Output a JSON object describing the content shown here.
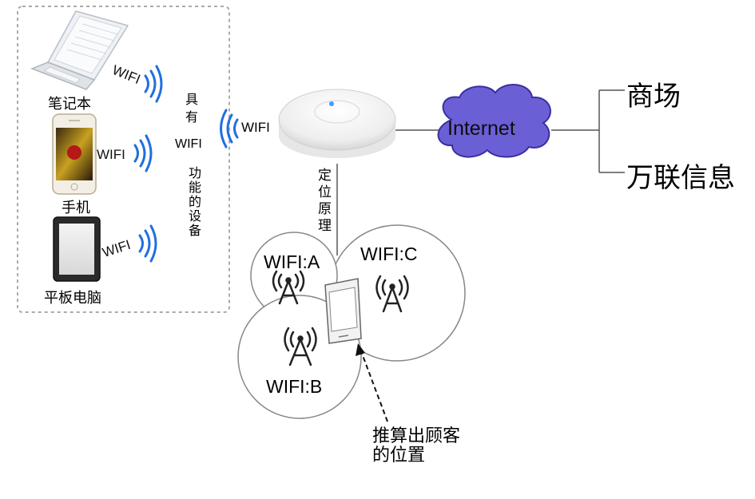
{
  "devices": {
    "laptop": "笔记本",
    "phone": "手机",
    "tablet": "平板电脑",
    "wifi_label": "WIFI"
  },
  "capability": {
    "line1": "具有",
    "line2": "WIFI",
    "line3": "功能的设备"
  },
  "ap": {
    "wifi_label": "WIFI",
    "locating_principle": "定位原理"
  },
  "cloud": {
    "label": "Internet"
  },
  "destinations": {
    "mall": "商场",
    "wanlian": "万联信息"
  },
  "triangulation": {
    "a": "WIFI:A",
    "b": "WIFI:B",
    "c": "WIFI:C",
    "result_line1": "推算出顾客",
    "result_line2": "的位置"
  },
  "colors": {
    "wifi_signal": "#1f6fe0",
    "cloud_fill": "#6b5fd6",
    "ap_light": "#3aa0ff"
  }
}
